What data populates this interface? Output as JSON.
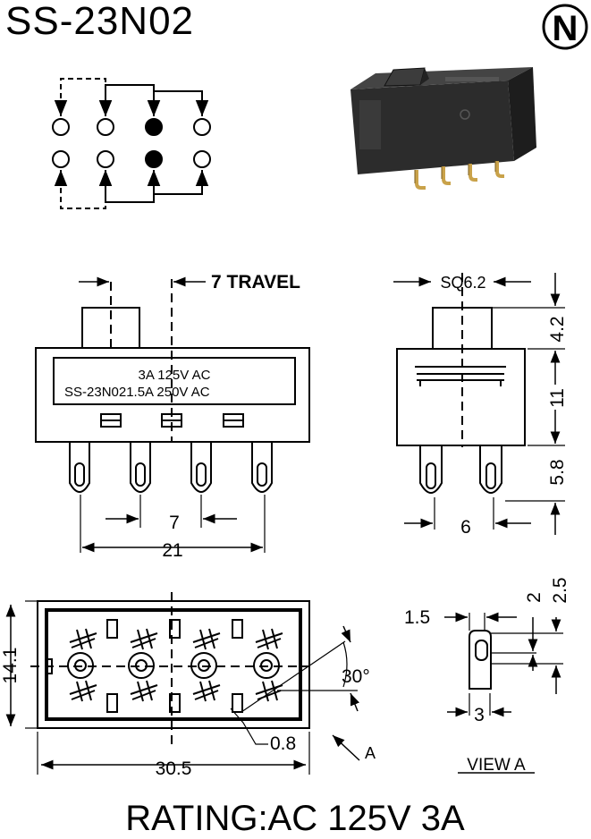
{
  "title": "SS-23N02",
  "logo_letter": "N",
  "front_view": {
    "travel_label": "7 TRAVEL",
    "label_line1": "3A 125V AC",
    "label_line2": "SS-23N021.5A 250V AC",
    "pitch_label": "7",
    "width_label": "21"
  },
  "side_view": {
    "square_label": "SQ6.2",
    "actuator_height": "4.2",
    "body_height": "11",
    "pin_length": "5.8",
    "pin_spacing": "6"
  },
  "bottom_view": {
    "height_label": "14.1",
    "width_label": "30.5",
    "slot_label": "0.8",
    "angle_label": "30°",
    "view_marker": "A"
  },
  "view_a": {
    "title": "VIEW A",
    "dim_1_5": "1.5",
    "dim_2": "2",
    "dim_2_5": "2.5",
    "dim_3": "3"
  },
  "rating": "RATING:AC 125V 3A",
  "colors": {
    "ink": "#000000",
    "body_dark": "#2a2a2a",
    "pin_gold": "#c9a24a"
  }
}
